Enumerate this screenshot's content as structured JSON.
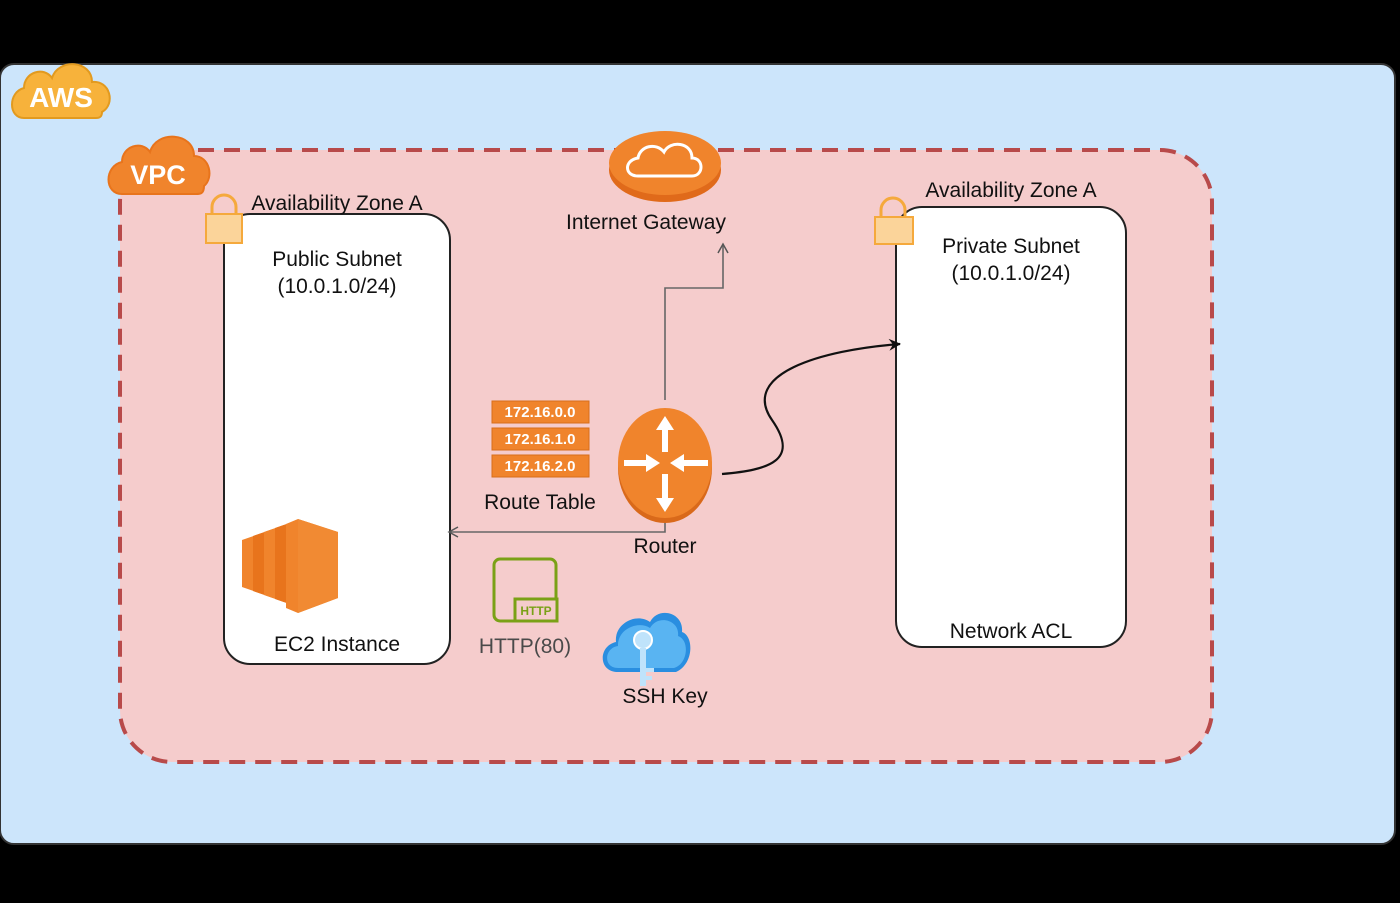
{
  "aws": {
    "badge": "AWS"
  },
  "vpc": {
    "badge": "VPC"
  },
  "internet_gateway": {
    "label": "Internet Gateway",
    "icon": "cloud-icon"
  },
  "public_zone": {
    "az_label": "Availability Zone A",
    "subnet_name": "Public Subnet",
    "subnet_cidr": "(10.0.1.0/24)",
    "instance_label": "EC2 Instance",
    "icon": "ec2-instance-icon"
  },
  "private_zone": {
    "az_label": "Availability Zone A",
    "subnet_name": "Private Subnet",
    "subnet_cidr": "(10.0.1.0/24)",
    "acl_label": "Network ACL"
  },
  "route_table": {
    "label": "Route Table",
    "entries": [
      "172.16.0.0",
      "172.16.1.0",
      "172.16.2.0"
    ]
  },
  "router": {
    "label": "Router",
    "icon": "router-icon"
  },
  "http": {
    "label": "HTTP(80)",
    "badge": "HTTP",
    "icon": "http-protocol-icon"
  },
  "ssh": {
    "label": "SSH Key",
    "icon": "key-cloud-icon"
  },
  "colors": {
    "aws_bg": "#cce5fb",
    "vpc_bg": "#f5cccc",
    "vpc_border": "#b84a4a",
    "orange": "#f0842c",
    "http_green": "#7aa116",
    "ssh_blue": "#2a8ee0"
  }
}
